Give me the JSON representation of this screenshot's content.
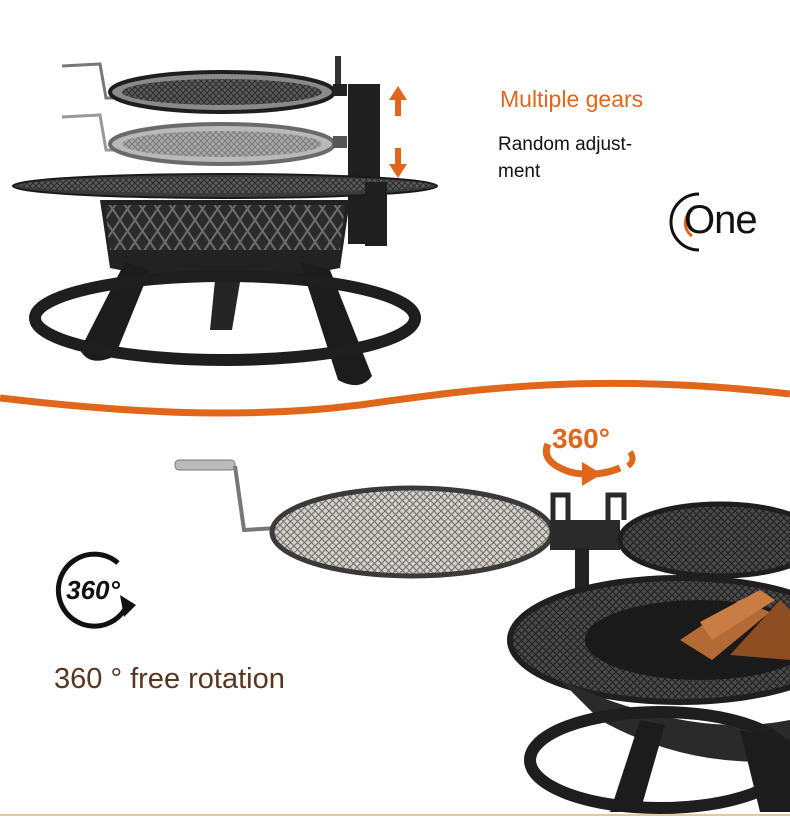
{
  "top_feature": {
    "title": "Multiple gears",
    "description": "Random adjustment",
    "description_line1": "Random adjust-",
    "description_line2": "ment",
    "mode_label": "One"
  },
  "bottom_feature": {
    "badge_text": "360°",
    "rotation_arrow_text": "360°",
    "caption": "360 ° free rotation"
  },
  "colors": {
    "accent": "#e0661c",
    "caption": "#5a3520",
    "metal": "#2a2a2a"
  },
  "icons": [
    "up-arrow-icon",
    "down-arrow-icon",
    "rotation-arrow-icon",
    "rotation-badge-icon",
    "one-mode-icon"
  ]
}
